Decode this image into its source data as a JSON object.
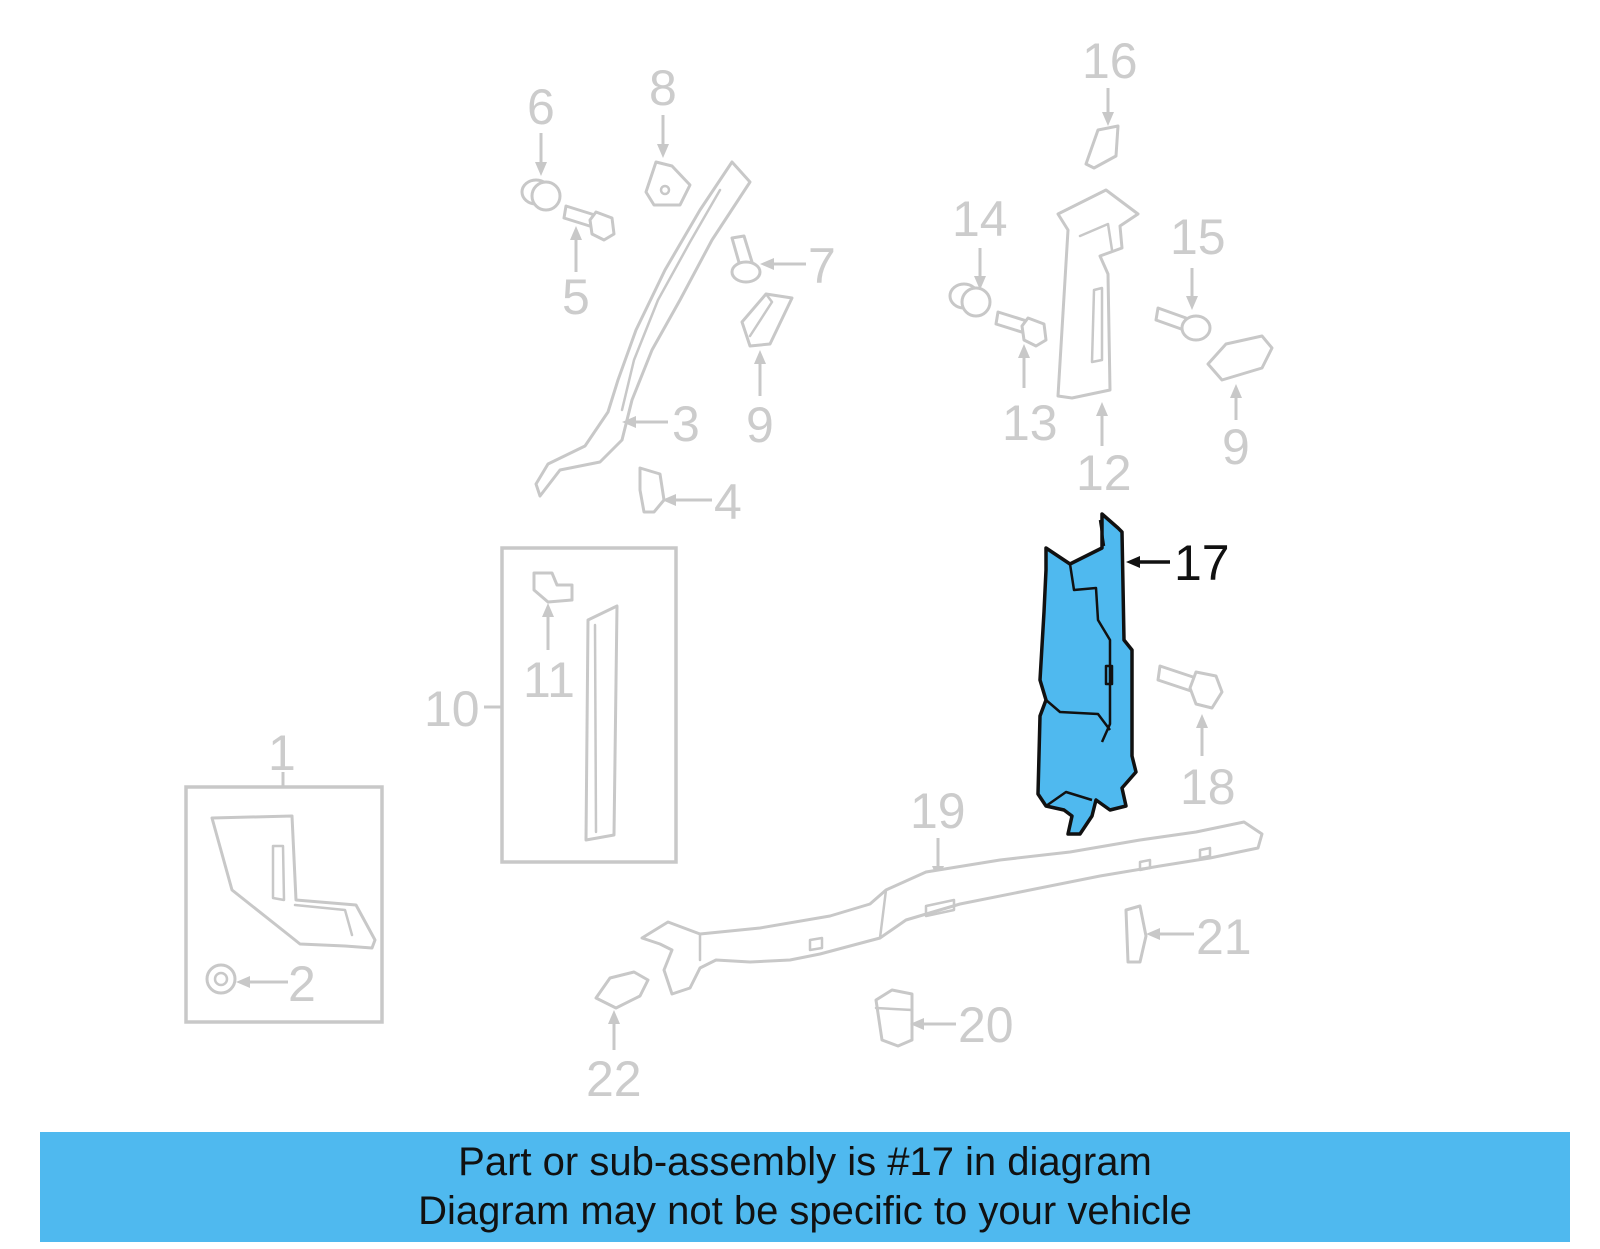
{
  "callouts": {
    "c1": "1",
    "c2": "2",
    "c3": "3",
    "c4": "4",
    "c5": "5",
    "c6": "6",
    "c7": "7",
    "c8": "8",
    "c9a": "9",
    "c9b": "9",
    "c10": "10",
    "c11": "11",
    "c12": "12",
    "c13": "13",
    "c14": "14",
    "c15": "15",
    "c16": "16",
    "c17": "17",
    "c18": "18",
    "c19": "19",
    "c20": "20",
    "c21": "21",
    "c22": "22"
  },
  "highlight": {
    "part_number": "17",
    "color": "#4fb9ef"
  },
  "banner": {
    "line1": "Part or sub-assembly is #17 in diagram",
    "line2": "Diagram may not be specific to your vehicle",
    "background": "#4fb9ef"
  }
}
